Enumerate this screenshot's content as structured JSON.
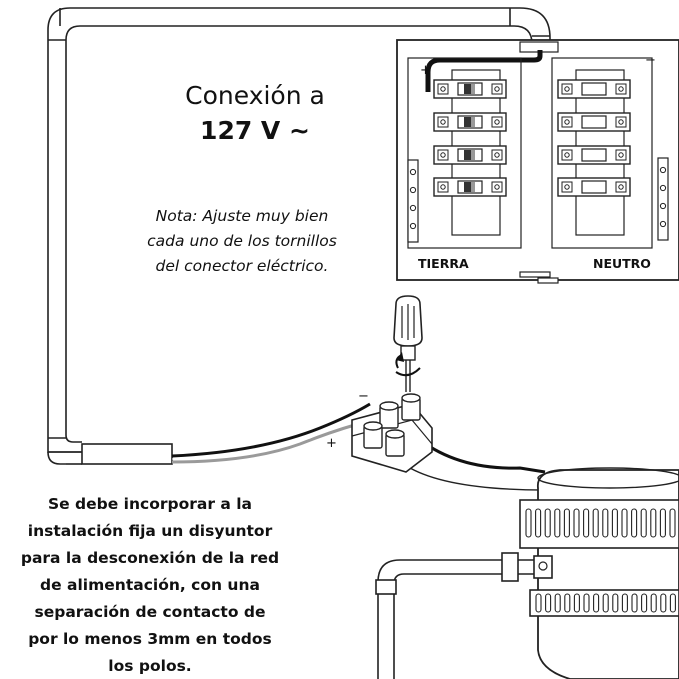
{
  "title": {
    "line1": "Conexión a",
    "line2": "127 V ~"
  },
  "note": {
    "lines": [
      "Nota: Ajuste muy bien",
      "cada uno de los tornillos",
      "del conector eléctrico."
    ]
  },
  "panel": {
    "left_label": "TIERRA",
    "right_label": "NEUTRO",
    "plus_sign": "+",
    "minus_sign": "−"
  },
  "connector": {
    "minus_sign": "−",
    "plus_sign": "+"
  },
  "warning": {
    "lines": [
      "Se debe incorporar a la",
      "instalación fija un disyuntor",
      "para la desconexión de la red",
      "de alimentación, con una",
      "separación de contacto de",
      "por lo menos 3mm en todos",
      "los polos."
    ]
  }
}
